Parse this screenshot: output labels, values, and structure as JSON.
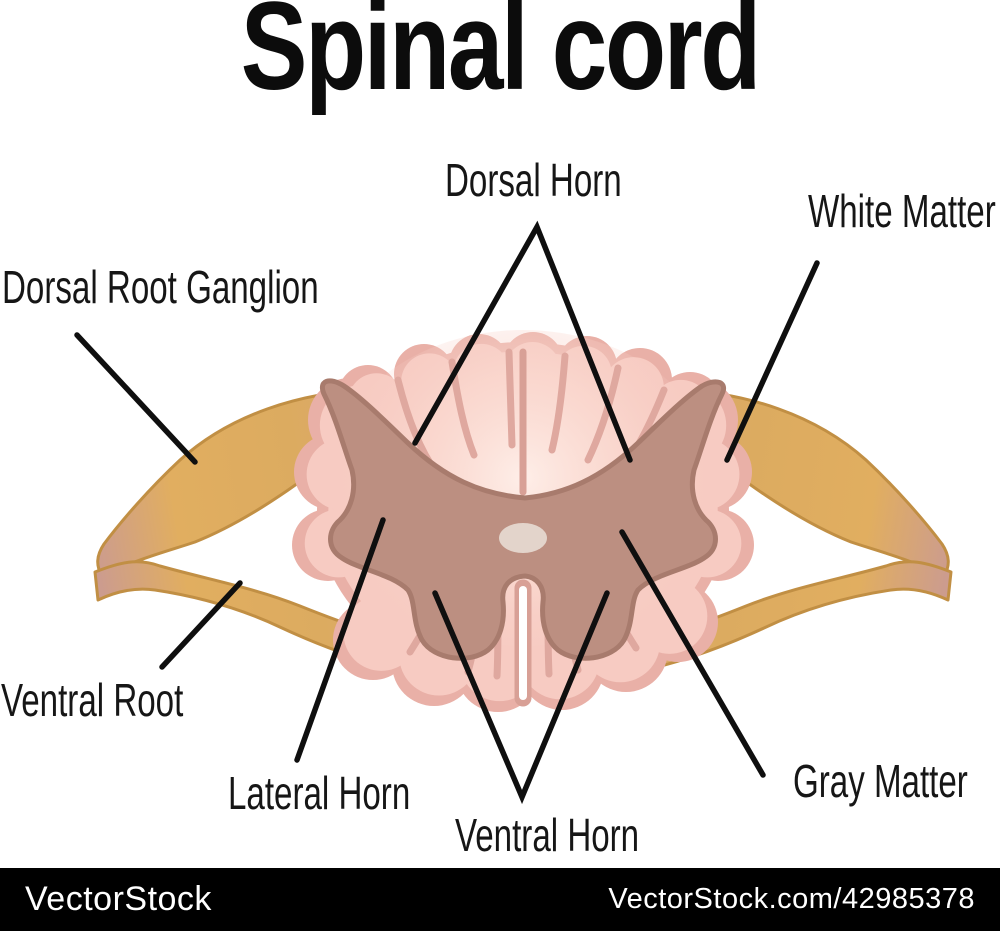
{
  "title": "Spinal cord",
  "diagram": {
    "labels": {
      "dorsal_horn": "Dorsal Horn",
      "white_matter": "White Matter",
      "dorsal_root_ganglion": "Dorsal Root Ganglion",
      "ventral_root": "Ventral Root",
      "lateral_horn": "Lateral Horn",
      "ventral_horn": "Ventral Horn",
      "gray_matter": "Gray Matter"
    }
  },
  "colors": {
    "label_text": "#161616",
    "pointer_line": "#0f0f0f",
    "rim_pink": "#e9b0a7",
    "body_pink": "#f7cbc2",
    "body_highlight": "#feeee8",
    "lobe_line_pink": "#dfa89f",
    "sulcus_pink": "#d8a096",
    "gray_matter_tan": "#bc8f81",
    "gray_matter_outline": "#a87b6d",
    "central_canal": "#e3d4cb",
    "nerve_root_gold": "#dcab60",
    "nerve_root_edge": "#c18f44",
    "nerve_root_tip_pink": "#cc9c8e"
  },
  "watermark": {
    "brand": "VectorStock",
    "credit": "VectorStock.com/42985378"
  }
}
